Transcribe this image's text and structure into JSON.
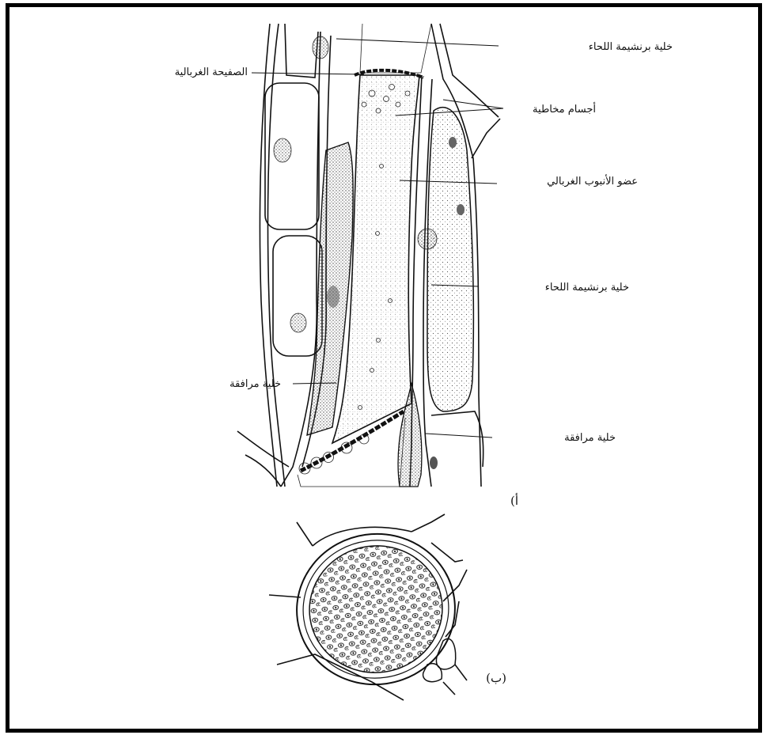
{
  "labels": {
    "parenchyma_top": "خلية برنشيمة اللحاء",
    "sieve_plate": "الصفيحة الغربالية",
    "mucilage_bodies": "أجسام مخاطية",
    "sieve_tube_member": "عضو الأنبوب الغربالي",
    "parenchyma_right": "خلية برنشيمة اللحاء",
    "companion_left": "خلية مرافقة",
    "companion_right": "خلية مرافقة"
  },
  "panels": {
    "a": "(أ",
    "b": "(ب)"
  }
}
